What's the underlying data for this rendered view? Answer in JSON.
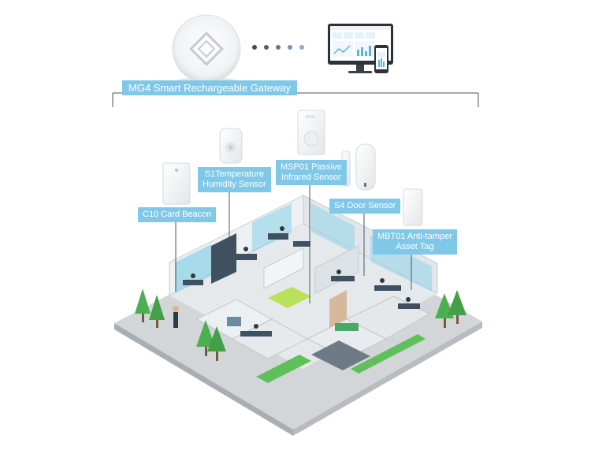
{
  "gateway": {
    "label": "MG4 Smart Rechargeable Gateway"
  },
  "devices": {
    "c10": {
      "label": "C10 Card Beacon"
    },
    "s1": {
      "line1": "S1Temperature",
      "line2": "Humidity Sensor"
    },
    "msp01": {
      "line1": "MSP01 Passive",
      "line2": "Infrared Sensor"
    },
    "s4": {
      "label": "S4 Door Sensor"
    },
    "mbt01": {
      "line1": "MBT01 Anti-tamper",
      "line2": "Asset Tag"
    }
  },
  "colors": {
    "label_bg": "#7fc8e8",
    "label_text": "#ffffff",
    "floor": "#c9cdd0",
    "wall_glass": "#8fd3e6",
    "furniture": "#3f5160",
    "tree": "#4caf50"
  },
  "icons": [
    "gateway-device-icon",
    "monitor-dashboard-icon",
    "phone-app-icon",
    "connection-dots-icon"
  ]
}
